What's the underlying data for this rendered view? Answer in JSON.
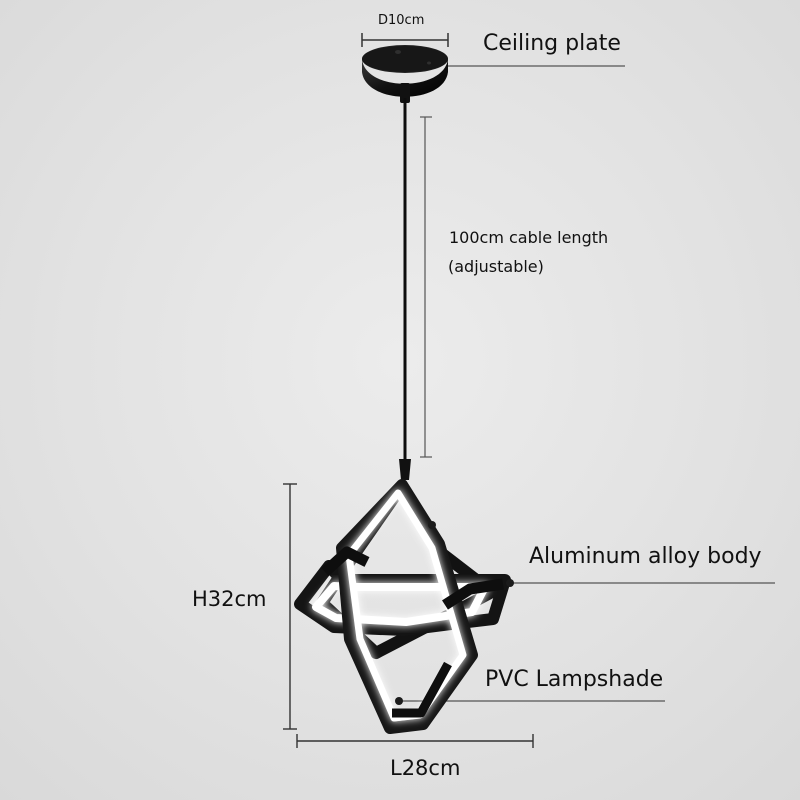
{
  "annotations": {
    "ceiling_width": "D10cm",
    "ceiling_plate": "Ceiling plate",
    "cable_length": "100cm cable length",
    "cable_note": "(adjustable)",
    "body_material": "Aluminum alloy body",
    "height": "H32cm",
    "lampshade": "PVC Lampshade",
    "length": "L28cm"
  },
  "colors": {
    "background": "#e3e3e3",
    "fixture": "#151515",
    "dimension_line": "#333333",
    "led": "#ffffff"
  }
}
